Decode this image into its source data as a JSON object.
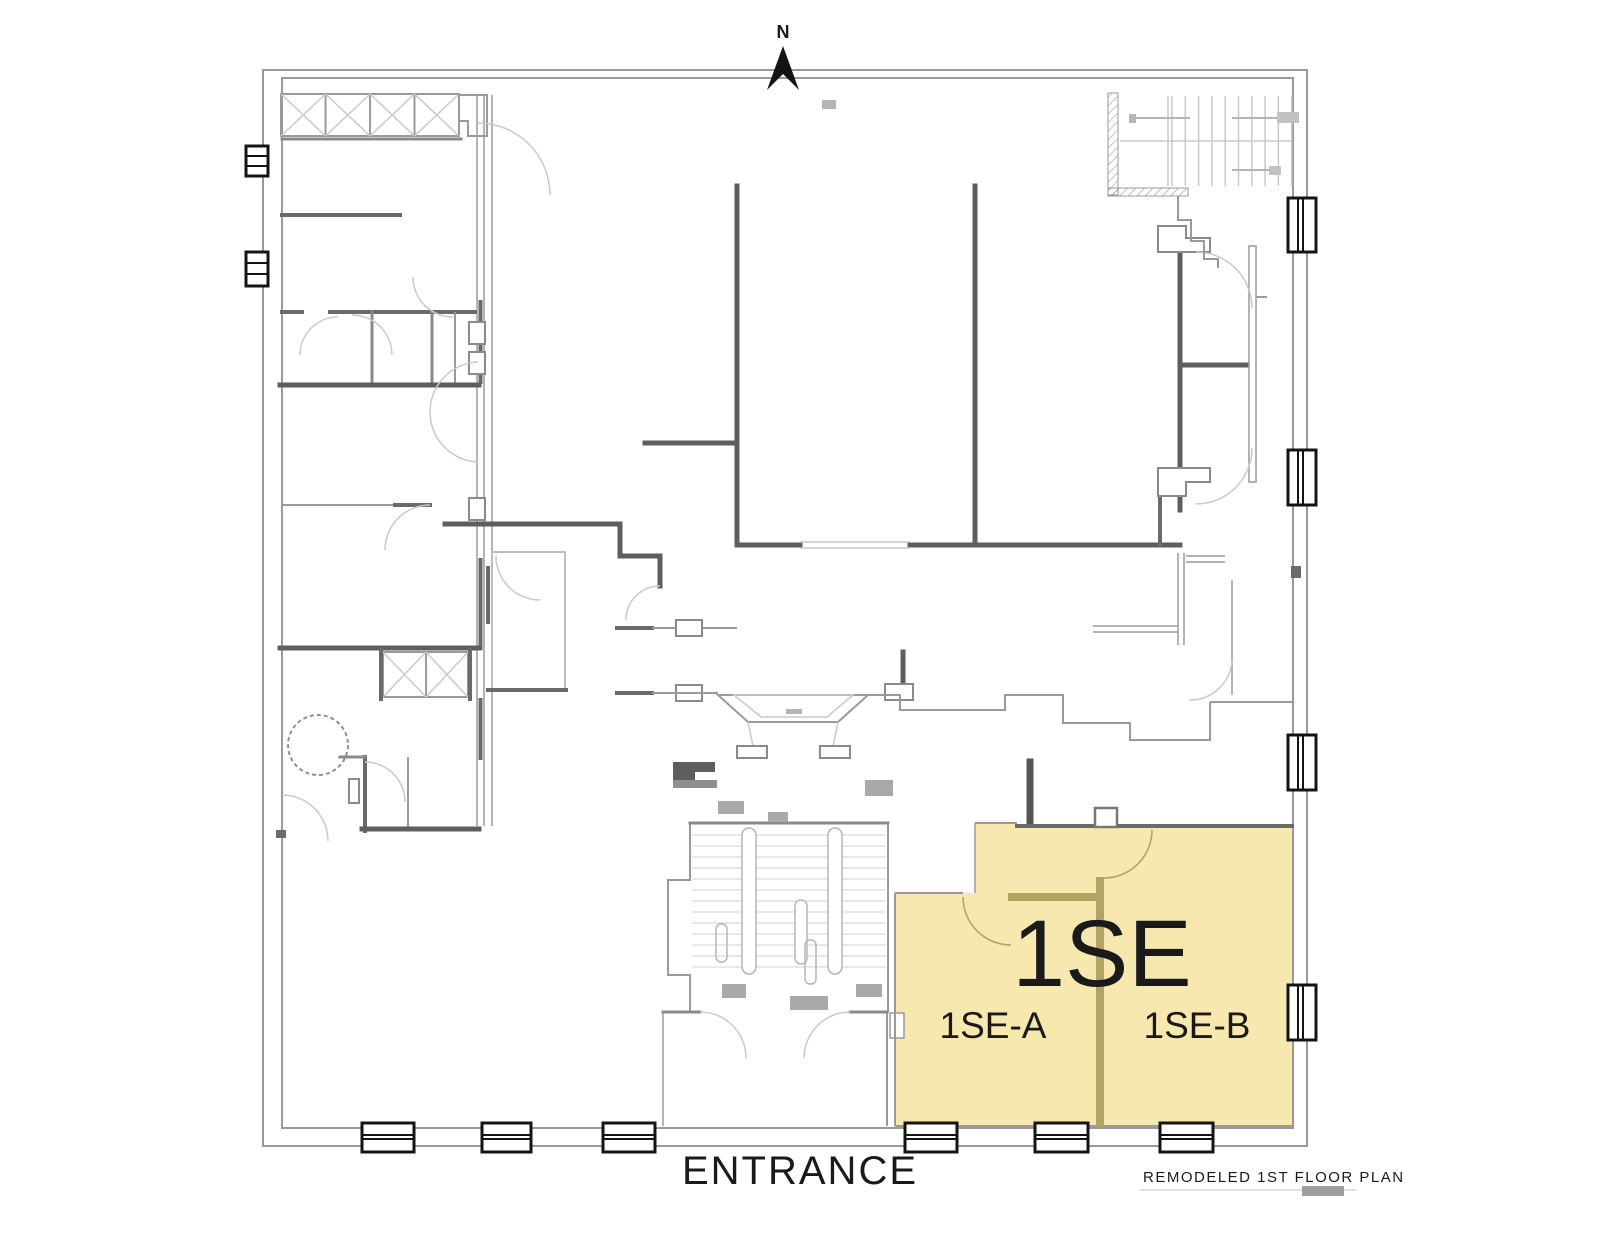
{
  "compass": {
    "label": "N"
  },
  "suite": {
    "title": "1SE",
    "unit_a": "1SE-A",
    "unit_b": "1SE-B"
  },
  "entrance": {
    "label": "ENTRANCE"
  },
  "caption": {
    "label": "REMODELED 1ST FLOOR PLAN"
  },
  "colors": {
    "highlight": "#F6E8AE",
    "divider": "#B3A364",
    "ink": "#141414",
    "caption": "#B5B5B5",
    "wall_dark": "#5E5E5E",
    "wall_mid": "#9A9A9A",
    "wall_light": "#C9C9C9"
  }
}
